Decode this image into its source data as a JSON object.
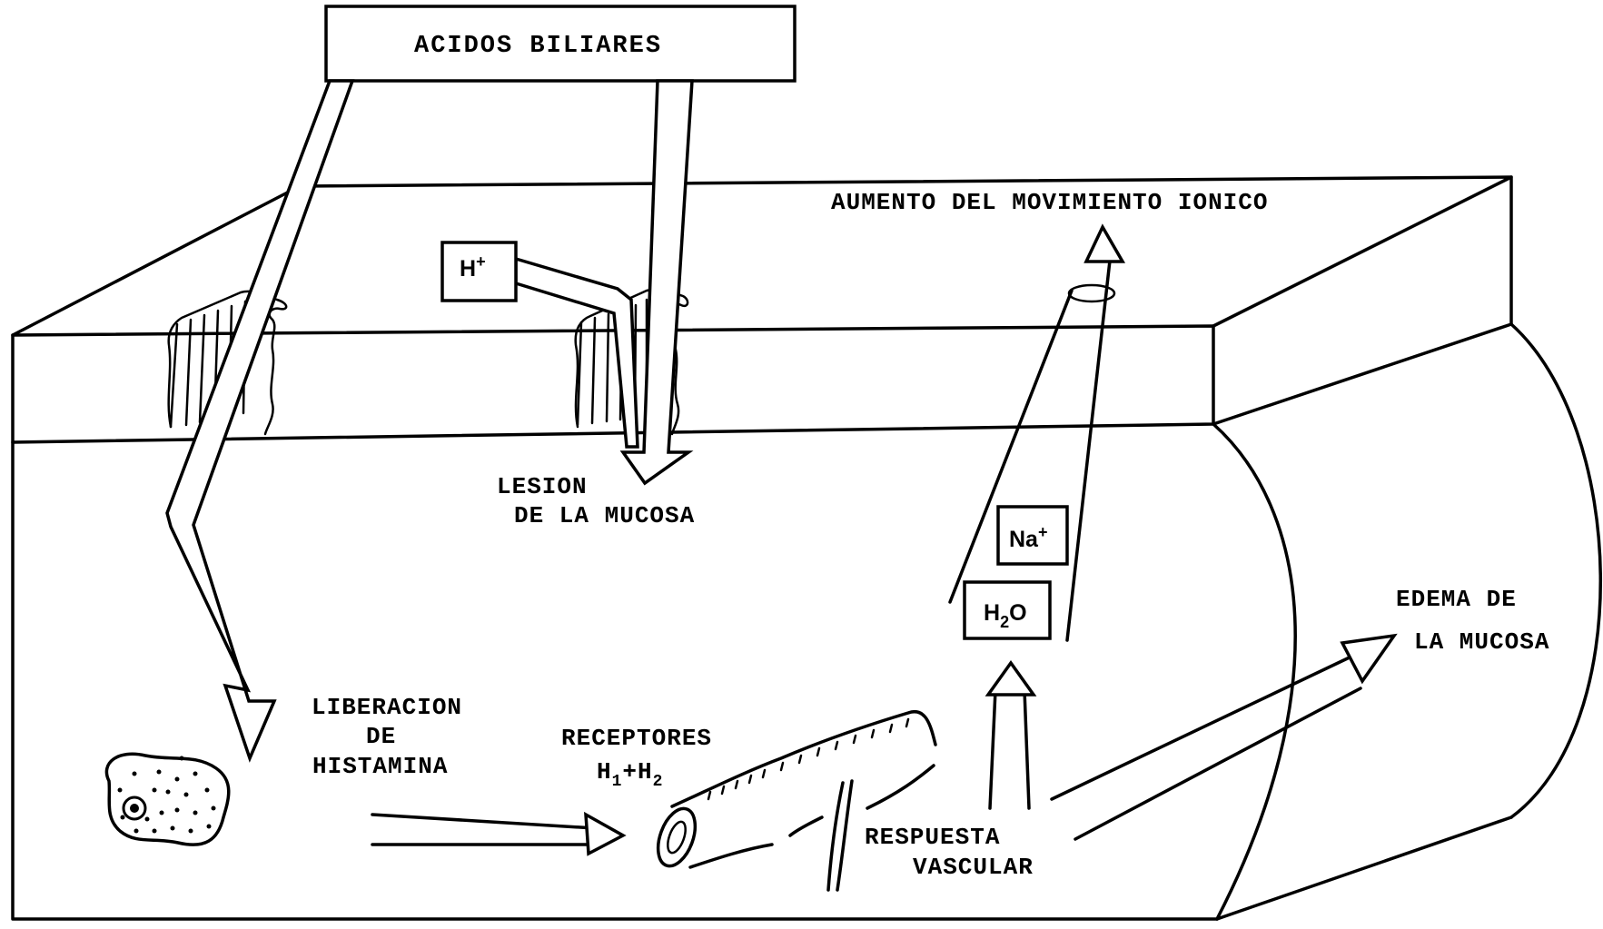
{
  "labels": {
    "acidos_biliares": "ACIDOS  BILIARES",
    "aumento": "AUMENTO DEL MOVIMIENTO IONICO",
    "h_plus": "H+",
    "lesion_1": "LESION",
    "lesion_2": "DE LA MUCOSA",
    "na_plus": "Na+",
    "h2o": "H2O",
    "edema_1": "EDEMA DE",
    "edema_2": "LA MUCOSA",
    "liberacion_1": "LIBERACION",
    "liberacion_2": "DE",
    "liberacion_3": "HISTAMINA",
    "receptores_1": "RECEPTORES",
    "receptores_2": "H1+H2",
    "respuesta_1": "RESPUESTA",
    "respuesta_2": "VASCULAR"
  }
}
